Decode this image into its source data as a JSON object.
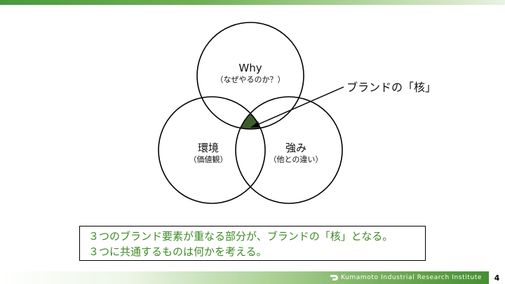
{
  "venn": {
    "top": {
      "title": "Why",
      "subtitle": "（なぜやるのか？）"
    },
    "left": {
      "title": "環境",
      "subtitle": "（価値観）"
    },
    "right": {
      "title": "強み",
      "subtitle": "（他との違い）"
    },
    "core_label": "ブランドの「核」",
    "core_color": "#3f5e2c"
  },
  "note": {
    "line1": "３つのブランド要素が重なる部分が、ブランドの「核」となる。",
    "line2": "３つに共通するものは何かを考える。"
  },
  "footer": {
    "institute": "Kumamoto Industrial Research Institute",
    "page_number": "4"
  },
  "colors": {
    "accent": "#4a9a3c",
    "note_text": "#3d8a25"
  }
}
